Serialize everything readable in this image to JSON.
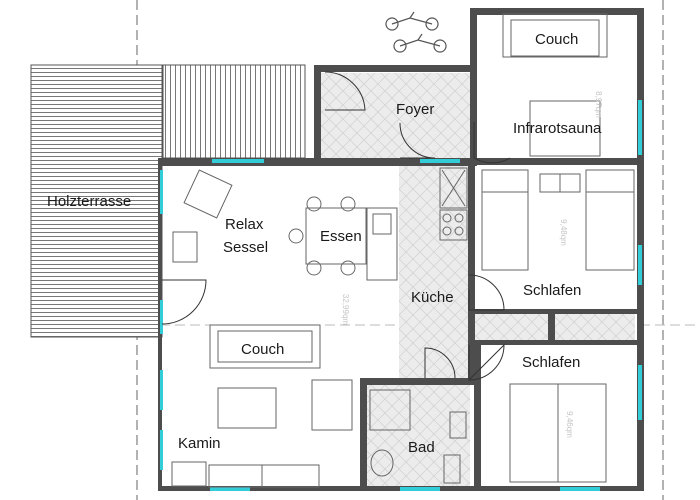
{
  "plan": {
    "rooms": {
      "holzterrasse": "Holzterrasse",
      "foyer": "Foyer",
      "infrarotsauna": "Infrarotsauna",
      "couch_top": "Couch",
      "relax": "Relax",
      "sessel": "Sessel",
      "essen": "Essen",
      "kueche": "Küche",
      "schlafen_1": "Schlafen",
      "schlafen_2": "Schlafen",
      "couch_living": "Couch",
      "kamin": "Kamin",
      "bad": "Bad"
    },
    "areas": {
      "sauna": "8,97qm",
      "living": "32,99qm",
      "bedroom_1": "9,48qm",
      "bedroom_2": "9,46qm"
    },
    "colors": {
      "wall": "#4d4d4d",
      "window": "#33ccd9",
      "tile_bg": "#ececec",
      "tile_line": "#d0d0d0",
      "deck_line": "#555555",
      "furniture": "#666666",
      "label": "#1a1a1a",
      "area_label": "#c4c4c4"
    }
  }
}
